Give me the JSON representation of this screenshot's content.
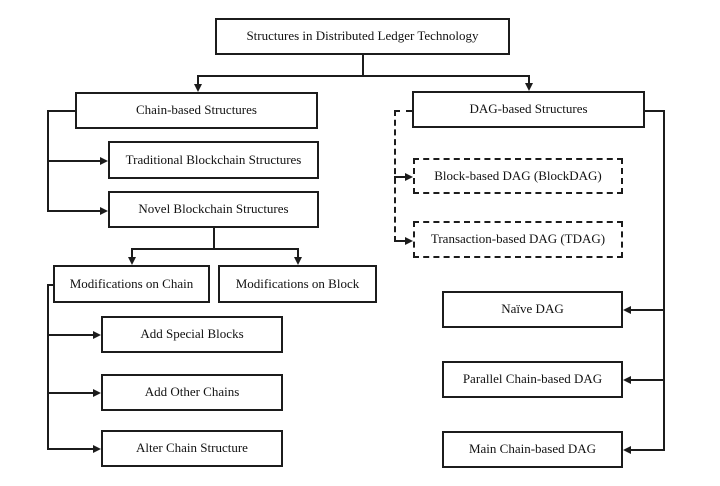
{
  "nodes": {
    "root": {
      "label": "Structures in Distributed Ledger Technology"
    },
    "chain_based": {
      "label": "Chain-based Structures"
    },
    "traditional_blockchain": {
      "label": "Traditional Blockchain Structures"
    },
    "novel_blockchain": {
      "label": "Novel Blockchain Structures"
    },
    "modifications_on_chain": {
      "label": "Modifications on Chain"
    },
    "modifications_on_block": {
      "label": "Modifications on Block"
    },
    "add_special_blocks": {
      "label": "Add Special Blocks"
    },
    "add_other_chains": {
      "label": "Add Other Chains"
    },
    "alter_chain_structure": {
      "label": "Alter Chain Structure"
    },
    "dag_based": {
      "label": "DAG-based Structures"
    },
    "block_based_dag": {
      "label": "Block-based DAG (BlockDAG)",
      "border_style": "dashed"
    },
    "transaction_based_dag": {
      "label": "Transaction-based DAG (TDAG)",
      "border_style": "dashed"
    },
    "naive_dag": {
      "label": "Naïve DAG"
    },
    "parallel_chain_dag": {
      "label": "Parallel Chain-based DAG"
    },
    "main_chain_dag": {
      "label": "Main Chain-based DAG"
    }
  },
  "edges": [
    {
      "from": "root",
      "to": "chain_based",
      "style": "solid"
    },
    {
      "from": "root",
      "to": "dag_based",
      "style": "solid"
    },
    {
      "from": "chain_based",
      "to": "traditional_blockchain",
      "style": "solid"
    },
    {
      "from": "chain_based",
      "to": "novel_blockchain",
      "style": "solid"
    },
    {
      "from": "novel_blockchain",
      "to": "modifications_on_chain",
      "style": "solid"
    },
    {
      "from": "novel_blockchain",
      "to": "modifications_on_block",
      "style": "solid"
    },
    {
      "from": "modifications_on_chain",
      "to": "add_special_blocks",
      "style": "solid"
    },
    {
      "from": "modifications_on_chain",
      "to": "add_other_chains",
      "style": "solid"
    },
    {
      "from": "modifications_on_chain",
      "to": "alter_chain_structure",
      "style": "solid"
    },
    {
      "from": "dag_based",
      "to": "block_based_dag",
      "style": "dashed"
    },
    {
      "from": "dag_based",
      "to": "transaction_based_dag",
      "style": "dashed"
    },
    {
      "from": "dag_based",
      "to": "naive_dag",
      "style": "solid"
    },
    {
      "from": "dag_based",
      "to": "parallel_chain_dag",
      "style": "solid"
    },
    {
      "from": "dag_based",
      "to": "main_chain_dag",
      "style": "solid"
    }
  ],
  "colors": {
    "background": "#ffffff",
    "line": "#1c1c1c",
    "box_background": "#ffffff",
    "text": "#111111"
  }
}
